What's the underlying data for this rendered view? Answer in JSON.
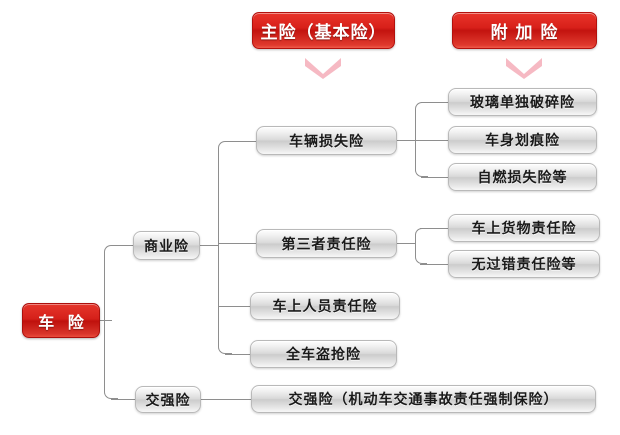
{
  "headers": [
    {
      "id": "main-insurance",
      "label": "主险（基本险）"
    },
    {
      "id": "additional-insurance",
      "label": "附 加 险"
    }
  ],
  "root": {
    "label": "车 险"
  },
  "level1": [
    {
      "id": "commercial",
      "label": "商业险"
    },
    {
      "id": "compulsory",
      "label": "交强险"
    }
  ],
  "level2": [
    {
      "id": "vehicle-damage",
      "label": "车辆损失险"
    },
    {
      "id": "third-party-liability",
      "label": "第三者责任险"
    },
    {
      "id": "onboard-personnel-liability",
      "label": "车上人员责任险"
    },
    {
      "id": "whole-vehicle-theft",
      "label": "全车盗抢险"
    },
    {
      "id": "compulsory-full",
      "label": "交强险（机动车交通事故责任强制保险）"
    }
  ],
  "level3": [
    {
      "id": "glass-breakage",
      "label": "玻璃单独破碎险"
    },
    {
      "id": "body-scratch",
      "label": "车身划痕险"
    },
    {
      "id": "spontaneous-combustion",
      "label": "自燃损失险等"
    },
    {
      "id": "cargo-liability",
      "label": "车上货物责任险"
    },
    {
      "id": "no-fault-liability",
      "label": "无过错责任险等"
    }
  ],
  "colors": {
    "header_red": "#d5201a",
    "root_red": "#cf1710",
    "node_silver": "#d9d9d9",
    "arrow_pink": "#f5b5bf",
    "connector_gray": "#8e8e8e"
  }
}
